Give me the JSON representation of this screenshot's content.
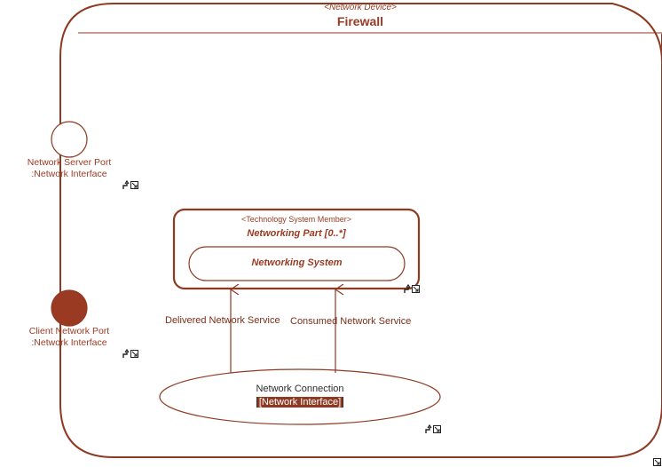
{
  "device": {
    "stereotype": "<Network Device>",
    "name": "Firewall"
  },
  "ports": [
    {
      "id": "server-port",
      "name": "Network Server Port",
      "type": ":Network Interface",
      "filled": false
    },
    {
      "id": "client-port",
      "name": "Client Network Port",
      "type": ":Network Interface",
      "filled": true
    }
  ],
  "member": {
    "stereotype": "<Technology System Member>",
    "name": "Networking Part [0..*]",
    "inner_name": "Networking System"
  },
  "connection": {
    "name": "Network Connection",
    "type": "[Network Interface]"
  },
  "flows": {
    "delivered": "Delivered Network Service",
    "consumed": "Consumed Network Service"
  },
  "colors": {
    "stroke": "#8e3a22",
    "text": "#9b3a22",
    "port_fill": "#9b3a22"
  }
}
